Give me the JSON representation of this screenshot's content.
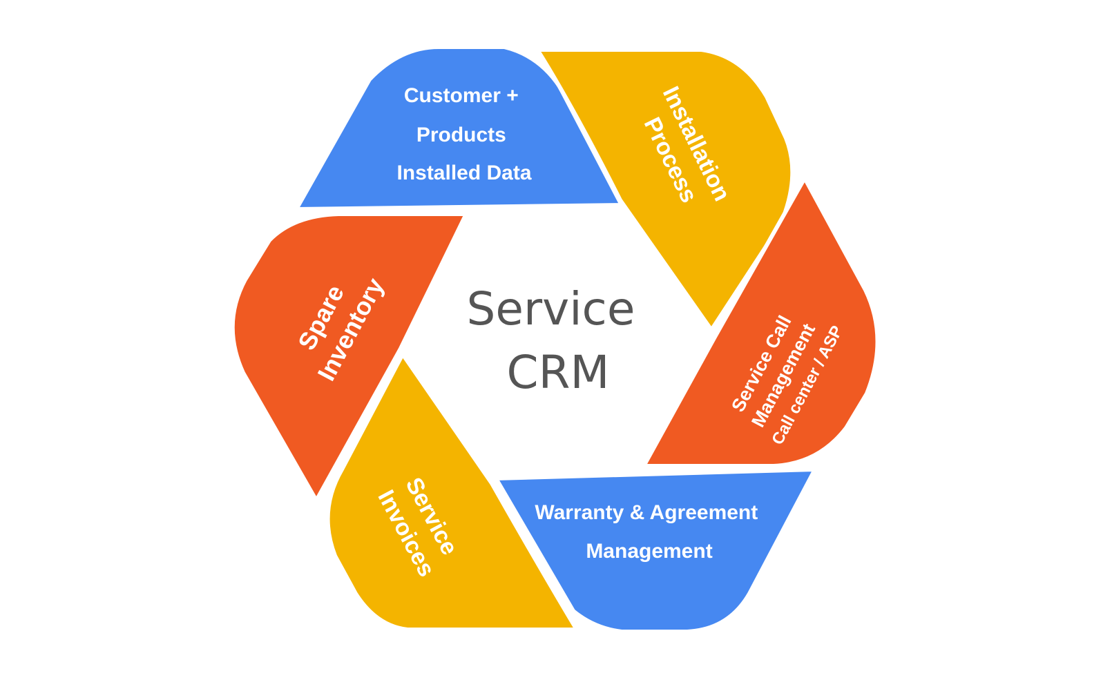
{
  "center": {
    "line1": "Service",
    "line2": "CRM",
    "color": "#555555"
  },
  "colors": {
    "blue": "#4688F1",
    "yellow": "#F4B400",
    "orange": "#F05A22",
    "gap": "#ffffff",
    "text": "#ffffff"
  },
  "segments": [
    {
      "id": "customer-products",
      "color": "blue",
      "lines": [
        "Customer +",
        "Products",
        "Installed Data"
      ]
    },
    {
      "id": "installation-process",
      "color": "yellow",
      "lines": [
        "Installation",
        "Process"
      ]
    },
    {
      "id": "service-call",
      "color": "orange",
      "lines": [
        "Service Call",
        "Management",
        "Call center / ASP"
      ]
    },
    {
      "id": "warranty-agreement",
      "color": "blue",
      "lines": [
        "Warranty & Agreement",
        "Management"
      ]
    },
    {
      "id": "service-invoices",
      "color": "yellow",
      "lines": [
        "Service",
        "Invoices"
      ]
    },
    {
      "id": "spare-inventory",
      "color": "orange",
      "lines": [
        "Spare",
        "Inventory"
      ]
    }
  ]
}
